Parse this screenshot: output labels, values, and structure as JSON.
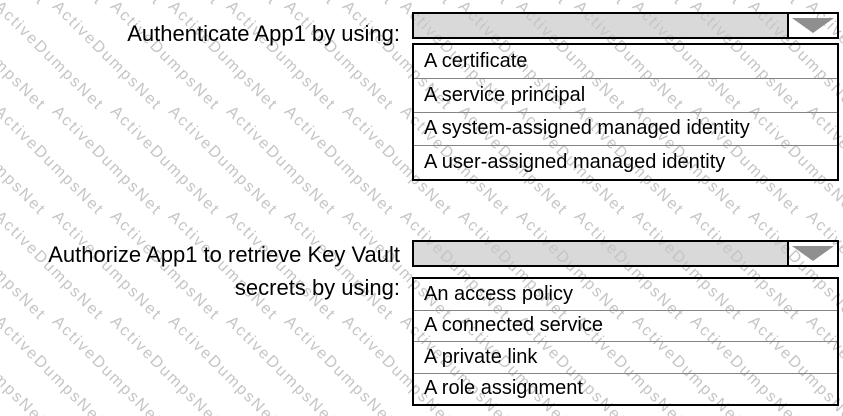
{
  "watermark": {
    "text": "ActiveDumpsNet",
    "color": "#c5c5c5"
  },
  "colors": {
    "dropdown_header_fill": "#d9d9d9",
    "border": "#000000",
    "option_separator": "#848484",
    "arrow": "#8f8f8f",
    "text": "#000000"
  },
  "questions": [
    {
      "label": "Authenticate App1 by using:",
      "selected_value": "",
      "options": [
        "A certificate",
        "A service principal",
        "A system-assigned managed identity",
        "A user-assigned managed identity"
      ]
    },
    {
      "label_lines": [
        "Authorize App1 to retrieve Key Vault",
        "secrets by using:"
      ],
      "selected_value": "",
      "options": [
        "An access policy",
        "A connected service",
        "A private link",
        "A role assignment"
      ]
    }
  ]
}
